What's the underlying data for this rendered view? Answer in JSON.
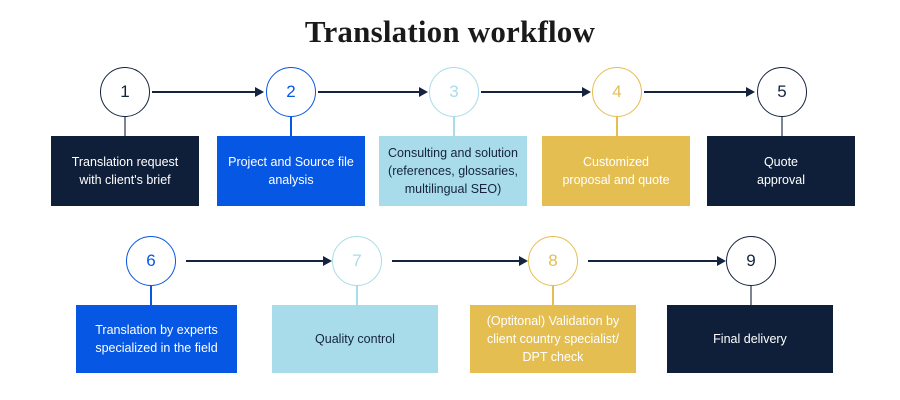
{
  "title": "Translation workflow",
  "colors": {
    "navy": "#0F1F3A",
    "blue": "#0757E5",
    "light_blue": "#A8DCEB",
    "gold": "#E5BE52",
    "background": "#FFFFFF",
    "arrow": "#15233E"
  },
  "steps": [
    {
      "number": "1",
      "label": "Translation request\nwith client's brief",
      "theme": "navy"
    },
    {
      "number": "2",
      "label": "Project and Source file\nanalysis",
      "theme": "blue"
    },
    {
      "number": "3",
      "label": "Consulting and solution\n(references, glossaries,\nmultilingual SEO)",
      "theme": "lblue"
    },
    {
      "number": "4",
      "label": "Customized\nproposal and quote",
      "theme": "gold"
    },
    {
      "number": "5",
      "label": "Quote\napproval",
      "theme": "navy"
    },
    {
      "number": "6",
      "label": "Translation by experts\nspecialized in the field",
      "theme": "blue"
    },
    {
      "number": "7",
      "label": "Quality control",
      "theme": "lblue"
    },
    {
      "number": "8",
      "label": "(Optitonal) Validation by\nclient country specialist/\nDPT check",
      "theme": "gold"
    },
    {
      "number": "9",
      "label": "Final delivery",
      "theme": "navy"
    }
  ],
  "rows": [
    {
      "name": "row-1",
      "step_numbers": [
        "1",
        "2",
        "3",
        "4",
        "5"
      ]
    },
    {
      "name": "row-2",
      "step_numbers": [
        "6",
        "7",
        "8",
        "9"
      ]
    }
  ]
}
